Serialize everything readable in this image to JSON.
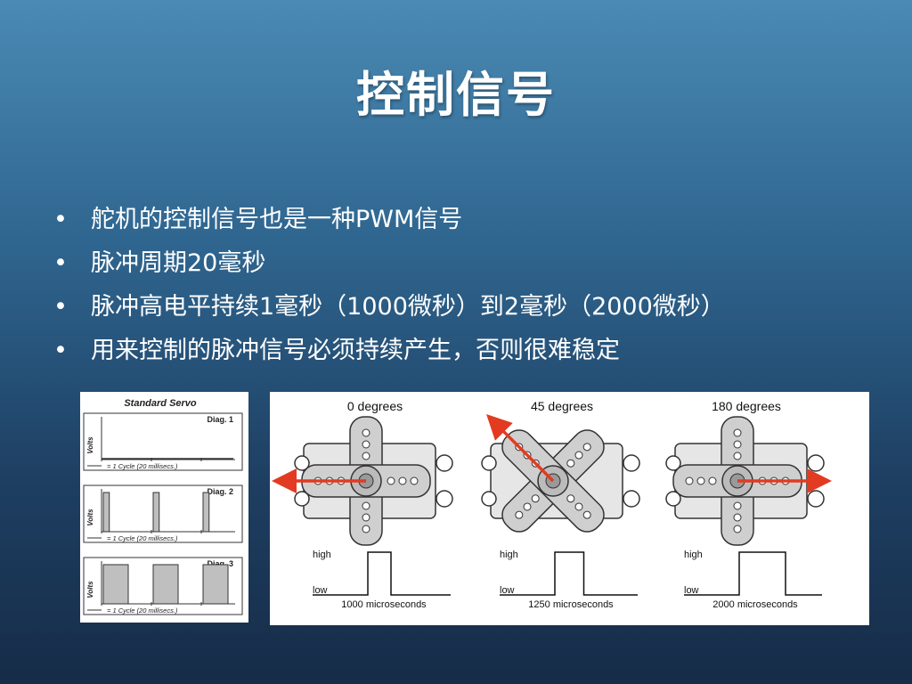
{
  "slide": {
    "title": "控制信号",
    "bullets": [
      "舵机的控制信号也是一种PWM信号",
      "脉冲周期20毫秒",
      "脉冲高电平持续1毫秒（1000微秒）到2毫秒（2000微秒）",
      "用来控制的脉冲信号必须持续产生，否则很难稳定"
    ],
    "bullet_symbol": "•"
  },
  "standard_servo": {
    "title": "Standard Servo",
    "y_label": "Volts",
    "cycle_caption": "= 1 Cycle (20 millisecs.)",
    "diagrams": [
      {
        "label": "Diag. 1",
        "duty": 0.0
      },
      {
        "label": "Diag. 2",
        "duty": 0.12
      },
      {
        "label": "Diag. 3",
        "duty": 0.5
      }
    ]
  },
  "servo_positions": {
    "high_label": "high",
    "low_label": "low",
    "items": [
      {
        "angle_label": "0 degrees",
        "pulse_label": "1000 microseconds",
        "arrow_angle": 180,
        "pulse_us": 1000
      },
      {
        "angle_label": "45 degrees",
        "pulse_label": "1250 microseconds",
        "arrow_angle": 135,
        "pulse_us": 1250
      },
      {
        "angle_label": "180 degrees",
        "pulse_label": "2000 microseconds",
        "arrow_angle": 0,
        "pulse_us": 2000
      }
    ]
  },
  "colors": {
    "arrow": "#e23b22",
    "servo_fill": "#cfcfcf",
    "servo_body": "#e6e6e6",
    "pulse_fill": "#bfbfbf"
  }
}
